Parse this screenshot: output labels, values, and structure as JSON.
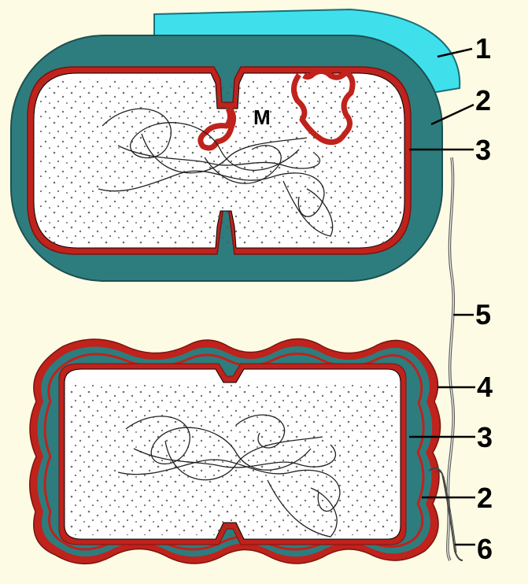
{
  "colors": {
    "background": "#fdfbe3",
    "capsule": "#3fe0ec",
    "cell_wall": "#2d7d7f",
    "membrane": "#c0221c",
    "cytoplasm": "#ffffff",
    "ink": "#000000"
  },
  "mesosome_label": "M",
  "labels": [
    {
      "text": "1",
      "part": "capsule"
    },
    {
      "text": "2",
      "part": "cell-wall-top"
    },
    {
      "text": "3",
      "part": "membrane-top"
    },
    {
      "text": "5",
      "part": "flagellum"
    },
    {
      "text": "4",
      "part": "outer-membrane"
    },
    {
      "text": "3",
      "part": "membrane-bottom"
    },
    {
      "text": "2",
      "part": "cell-wall-bottom"
    },
    {
      "text": "6",
      "part": "pilus"
    }
  ]
}
